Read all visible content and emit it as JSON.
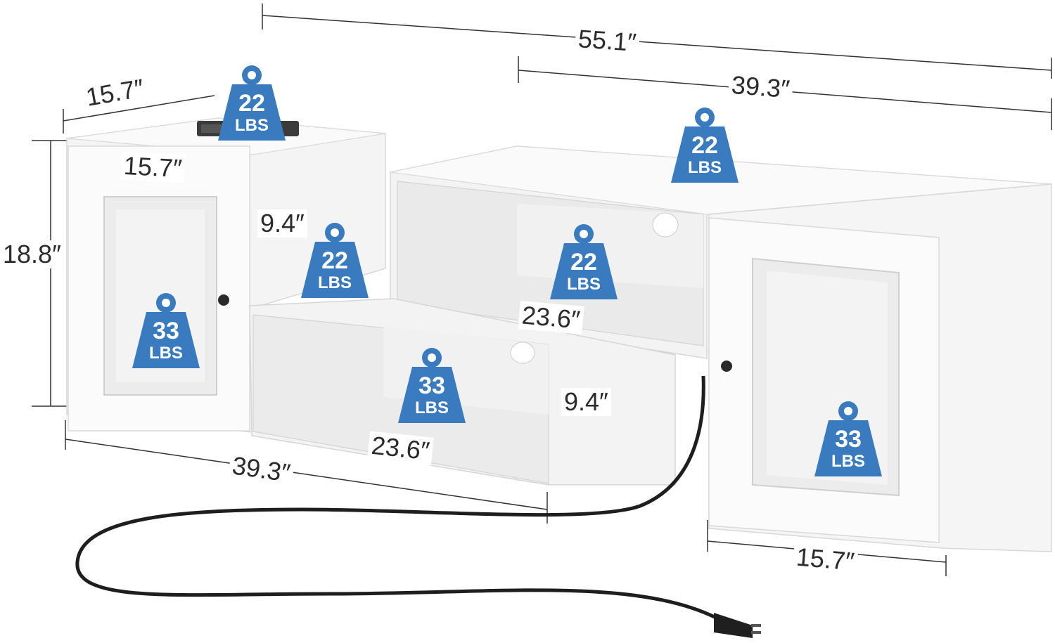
{
  "colors": {
    "weight_badge": "#3a7bbf",
    "furniture": "#f3f3f3",
    "furniture_edge": "#d6d6d6",
    "dimension_text": "#2b2b2b",
    "cord": "#1e1e1e"
  },
  "dimensions": {
    "total_width": "55.1″",
    "right_section_width": "39.3″",
    "left_cabinet_depth": "15.7″",
    "left_cabinet_width": "15.7″",
    "cabinet_height": "18.8″",
    "upper_open_height": "9.4″",
    "upper_shelf_width": "23.6″",
    "lower_open_height": "9.4″",
    "lower_shelf_width": "23.6″",
    "left_section_width": "39.3″",
    "right_cabinet_width": "15.7″"
  },
  "weights": {
    "left_top": {
      "value": "22",
      "unit": "LBS"
    },
    "right_top": {
      "value": "22",
      "unit": "LBS"
    },
    "left_cabinet": {
      "value": "33",
      "unit": "LBS"
    },
    "mid_shelf": {
      "value": "22",
      "unit": "LBS"
    },
    "upper_shelf": {
      "value": "22",
      "unit": "LBS"
    },
    "lower_shelf": {
      "value": "33",
      "unit": "LBS"
    },
    "right_cabinet": {
      "value": "33",
      "unit": "LBS"
    }
  }
}
